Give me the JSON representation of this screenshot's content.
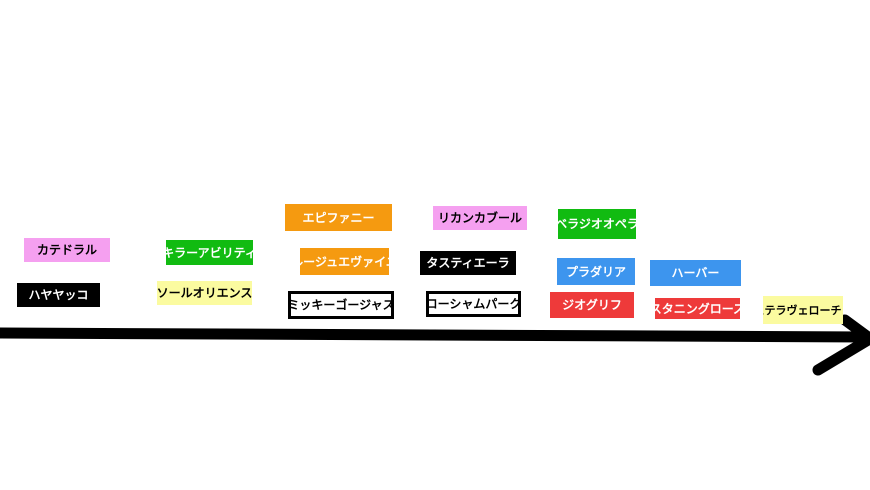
{
  "labels": {
    "katedoraru": "カテドラル",
    "hayayakko": "ハヤヤッコ",
    "kira_abiriti": "キラーアビリティ",
    "soru_oriensu": "ソールオリエンス",
    "epifani": "エピファニー",
    "ruju_evaiyu": "ルージュエヴァイユ",
    "mikki_gojasu": "ミッキーゴージャス",
    "rikan_kaburu": "リカンカブール",
    "tasuti_era": "タスティエーラ",
    "roshamu_paku": "ローシャムパーク",
    "berajio_opera": "ベラジオオペラ",
    "puradaria": "プラダリア",
    "jio_glyph": "ジオグリフ",
    "haba": "ハーバー",
    "sutaningu_rozu": "スタニングローズ",
    "sutera_vero_che": "ステラヴェローチェ"
  },
  "colors": {
    "pink": "#f5a0f0",
    "green": "#11bb11",
    "orange": "#f59a10",
    "blue": "#3d95ee",
    "red": "#ee3a3a",
    "yellow": "#fbfba0",
    "black": "#000000",
    "arrow": "#000000"
  }
}
